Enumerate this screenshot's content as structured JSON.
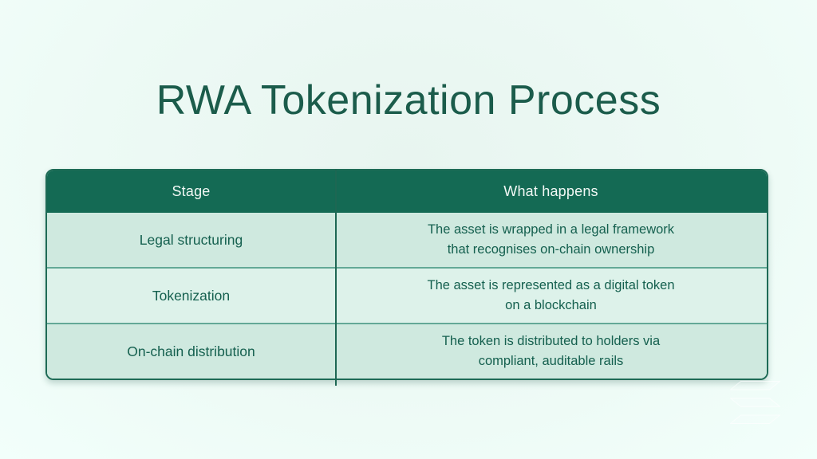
{
  "page": {
    "title": "RWA Tokenization Process"
  },
  "table": {
    "columns": [
      {
        "label": "Stage"
      },
      {
        "label": "What happens"
      }
    ],
    "rows": [
      {
        "stage": "Legal structuring",
        "what_happens": [
          "The asset is wrapped in a legal framework",
          "that recognises on-chain ownership"
        ]
      },
      {
        "stage": "Tokenization",
        "what_happens": [
          "The asset is represented as a digital token",
          "on a blockchain"
        ]
      },
      {
        "stage": "On-chain distribution",
        "what_happens": [
          "The token is distributed to holders via",
          "compliant, auditable rails"
        ]
      }
    ]
  },
  "watermark": {
    "icon": "solana-logo"
  },
  "colors": {
    "title_text": "#1b5c4b",
    "header_bg": "#146a54",
    "header_text": "#f2f8f5",
    "row_bg_odd": "#cfe9df",
    "row_bg_even": "#ddf2ea",
    "row_divider": "#63a997",
    "table_border": "#1e6b56",
    "column_divider": "#1d6753",
    "cell_text": "#15604f",
    "page_bg": "#edfaf5"
  }
}
